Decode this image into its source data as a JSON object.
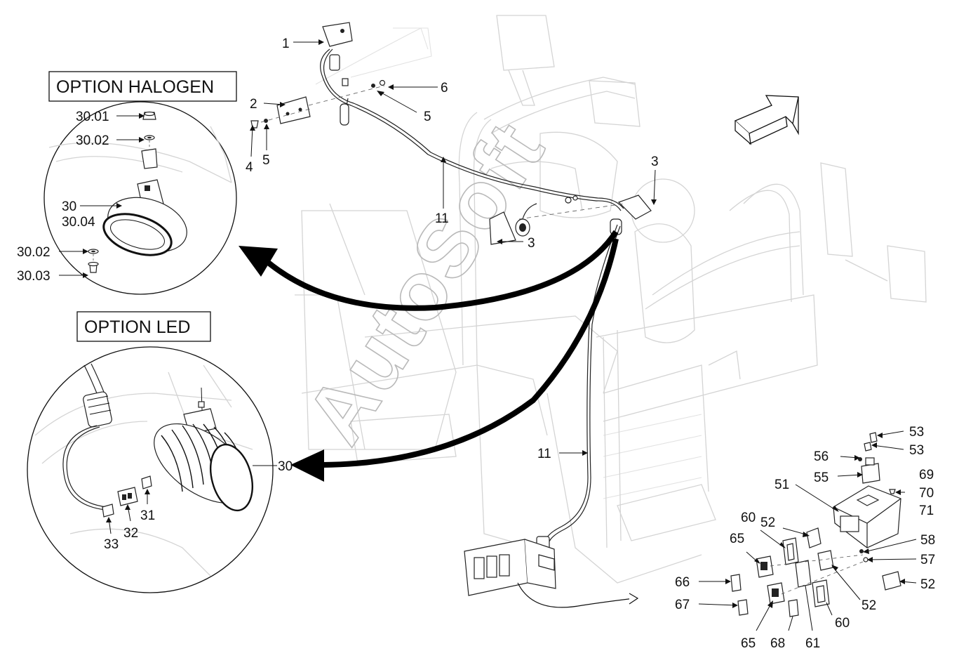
{
  "options": {
    "halogen_title": "OPTION HALOGEN",
    "led_title": "OPTION LED"
  },
  "watermark": "AutoSoft",
  "labels": {
    "p1": "1",
    "p2": "2",
    "p3a": "3",
    "p3b": "3",
    "p4": "4",
    "p5a": "5",
    "p5b": "5",
    "p6": "6",
    "p11a": "11",
    "p11b": "11",
    "h3001": "30.01",
    "h3002a": "30.02",
    "h30": "30",
    "h3004": "30.04",
    "h3002b": "30.02",
    "h3003": "30.03",
    "l30": "30",
    "l31": "31",
    "l32": "32",
    "l33": "33",
    "s51": "51",
    "s52a": "52",
    "s52b": "52",
    "s52c": "52",
    "s53a": "53",
    "s53b": "53",
    "s55": "55",
    "s56": "56",
    "s57": "57",
    "s58": "58",
    "s60a": "60",
    "s60b": "60",
    "s61": "61",
    "s65a": "65",
    "s65b": "65",
    "s66": "66",
    "s67": "67",
    "s68": "68",
    "s69": "69",
    "s70": "70",
    "s71": "71"
  },
  "icons": {
    "direction": "direction-arrow-icon",
    "callout": "callout-arrow-icon"
  },
  "colors": {
    "ink": "#111111",
    "faint_line": "#d4d4d4",
    "arrow": "#000000"
  }
}
